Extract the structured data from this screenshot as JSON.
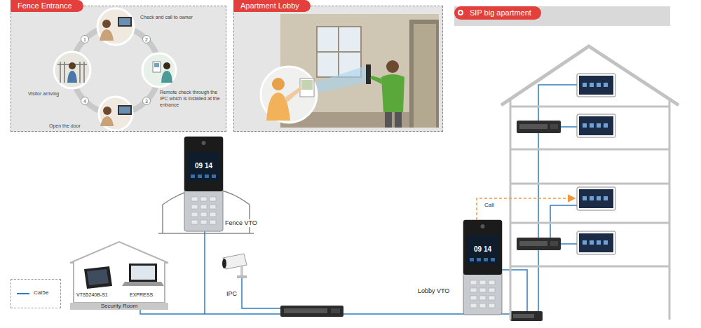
{
  "diagram": {
    "nodes": [
      {
        "text": [
          "Fence Entrance"
        ]
      },
      {
        "text": [
          "Apartment Lobby"
        ]
      },
      {
        "text": [
          "SIP big apartment"
        ]
      },
      {
        "text": [
          "09 14",
          "Fence VTO"
        ]
      },
      {
        "text": [
          "IPC"
        ]
      },
      {
        "text": [
          "Security Room"
        ]
      },
      {
        "text": [
          "VTS5240B-S1"
        ],
        "in": 5
      },
      {
        "text": [
          "EXPRESS"
        ],
        "in": 5
      },
      {
        "text": [
          "09 14",
          "Lobby VTO"
        ]
      }
    ],
    "labels": [
      "Check and call to owner",
      "Visitor arriving",
      "Open the door",
      "Remote check through the IPC which is installed at the entrance",
      "1",
      "2",
      "3",
      "4",
      "Call"
    ],
    "legend": [
      {
        "text": "Cat5e"
      }
    ]
  }
}
